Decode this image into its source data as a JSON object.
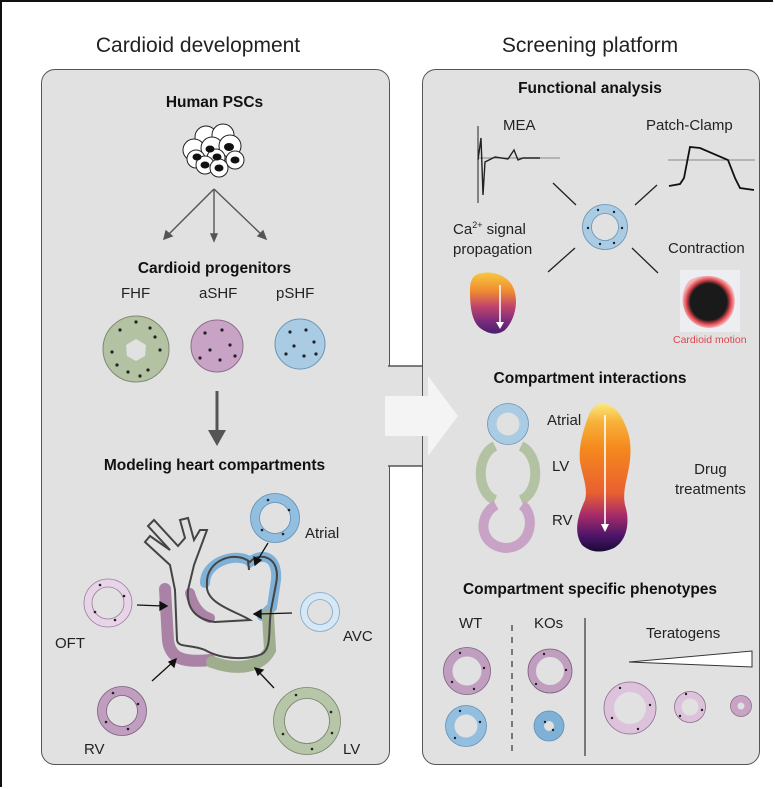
{
  "left": {
    "title": "Cardioid development",
    "sections": {
      "pscs": "Human PSCs",
      "progenitors": "Cardioid progenitors",
      "modeling": "Modeling heart compartments"
    },
    "progenitor_labels": [
      "FHF",
      "aSHF",
      "pSHF"
    ],
    "compartment_labels": {
      "atrial": "Atrial",
      "avc": "AVC",
      "oft": "OFT",
      "rv": "RV",
      "lv": "LV"
    }
  },
  "right": {
    "title": "Screening platform",
    "sections": {
      "functional": "Functional analysis",
      "interactions": "Compartment interactions",
      "phenotypes": "Compartment specific phenotypes"
    },
    "functional_labels": {
      "mea": "MEA",
      "patch": "Patch-Clamp",
      "ca_line1_base": "Ca",
      "ca_sup": "2+",
      "ca_line1_rest": " signal",
      "ca_line2": "propagation",
      "contraction": "Contraction",
      "motion": "Cardioid motion"
    },
    "interaction_labels": {
      "atrial": "Atrial",
      "lv": "LV",
      "rv": "RV",
      "drug_line1": "Drug",
      "drug_line2": "treatments"
    },
    "phenotype_labels": {
      "wt": "WT",
      "kos": "KOs",
      "teratogens": "Teratogens"
    }
  },
  "colors": {
    "fhf_green": "#b3c2a3",
    "ashf_purple": "#c9a3c6",
    "pshf_blue": "#a9cbe3",
    "panel_bg": "#e1e1e1",
    "motion_red": "#e0454d"
  }
}
